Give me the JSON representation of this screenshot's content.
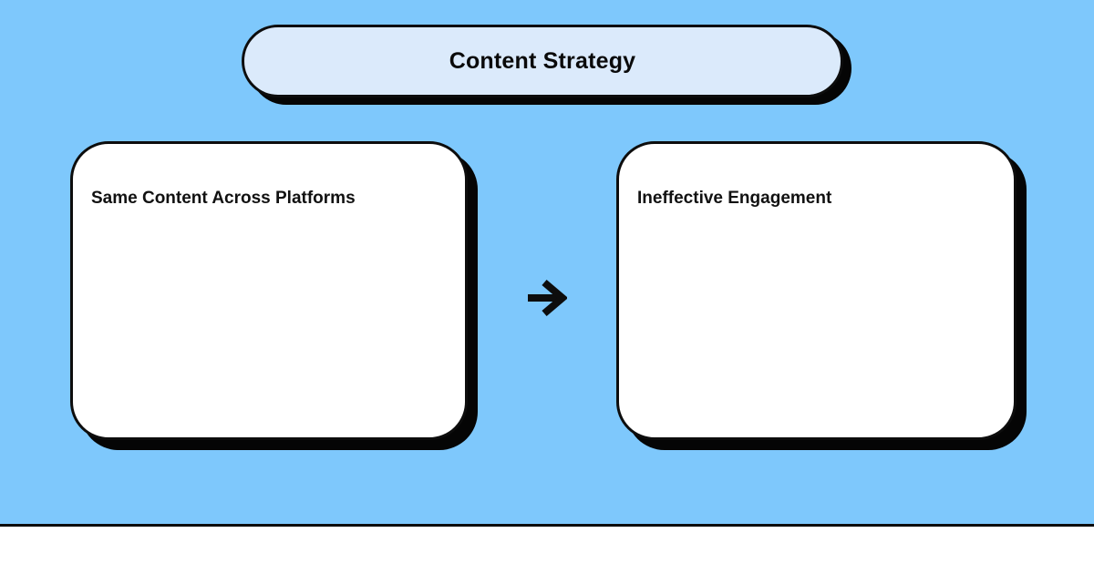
{
  "page": {
    "type": "flow-diagram",
    "background_color": "#7EC8FC",
    "line_color": "#0D0D0D",
    "footer_background": "#FFFFFF"
  },
  "banner": {
    "label": "Content Strategy",
    "fill_color": "#DBEAFB",
    "text_color": "#0A0A0A"
  },
  "diagram": {
    "nodes": [
      {
        "label": "Same Content Across Platforms",
        "fill_color": "#FFFFFF"
      },
      {
        "label": "Ineffective Engagement",
        "fill_color": "#FFFFFF"
      }
    ],
    "connector": {
      "icon": "arrow-right",
      "direction": "left-to-right",
      "color": "#0D0D0D"
    }
  }
}
